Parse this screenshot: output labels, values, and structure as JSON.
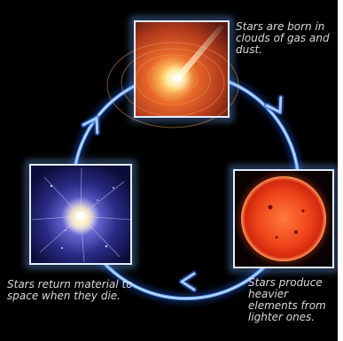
{
  "stages": [
    {
      "id": "born",
      "caption": "Stars are born in clouds of gas and dust.",
      "image": "nebula-with-jet"
    },
    {
      "id": "produce",
      "caption": "Stars produce heavier elements from lighter ones.",
      "image": "red-sun"
    },
    {
      "id": "return",
      "caption": "Stars return material to space when they die.",
      "image": "supernova"
    }
  ],
  "colors": {
    "background": "#000000",
    "ring": "#2f6fd8",
    "ring_glow": "#9cc8ff",
    "frame": "#dfe9ff",
    "caption": "#d9d9d9"
  },
  "arrows": [
    "born-to-produce",
    "produce-to-return",
    "return-to-born"
  ]
}
